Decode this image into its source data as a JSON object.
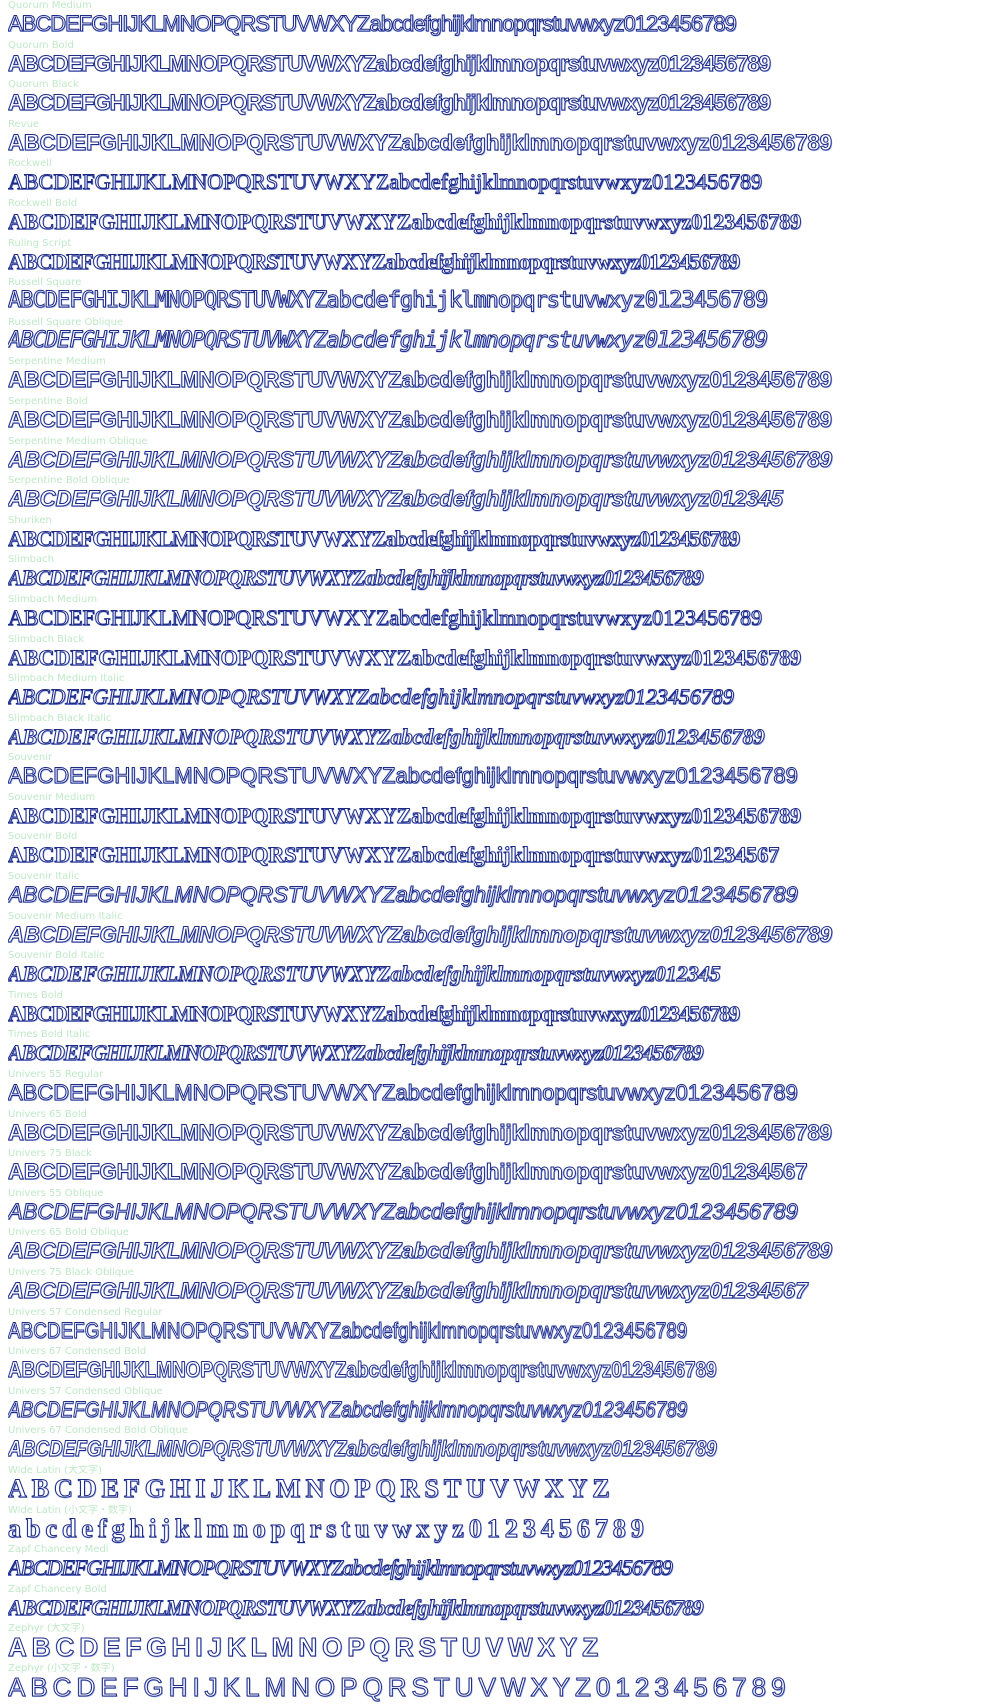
{
  "specimens": [
    {
      "label": "Quorum Medium",
      "sample": "ABCDEFGHIJKLMNOPQRSTUVWXYZabcdefghijklmnopqrstuvwxyz0123456789",
      "style": "f-sans narrow"
    },
    {
      "label": "Quorum Bold",
      "sample": "ABCDEFGHIJKLMNOPQRSTUVWXYZabcdefghijklmnopqrstuvwxyz0123456789",
      "style": "f-sans w-bold narrow"
    },
    {
      "label": "Quorum Black",
      "sample": "ABCDEFGHIJKLMNOPQRSTUVWXYZabcdefghijklmnopqrstuvwxyz0123456789",
      "style": "f-sans w-black narrow"
    },
    {
      "label": "Revue",
      "sample": "ABCDEFGHIJKLMNOPQRSTUVWXYZabcdefghijklmnopqrstuvwxyz0123456789",
      "style": "f-sans w-black"
    },
    {
      "label": "Rockwell",
      "sample": "ABCDEFGHIJKLMNOPQRSTUVWXYZabcdefghijklmnopqrstuvwxyz0123456789",
      "style": "f-serif"
    },
    {
      "label": "Rockwell Bold",
      "sample": "ABCDEFGHIJKLMNOPQRSTUVWXYZabcdefghijklmnopqrstuvwxyz0123456789",
      "style": "f-serif w-bold"
    },
    {
      "label": "Ruling Script",
      "sample": "ABCDEFGHIJKLMNOPQRSTUVWXYZabcdefghijklmnopqrstuvwxyz0123456789",
      "style": "f-serif w-black narrow"
    },
    {
      "label": "Russell Square",
      "sample": "ABCDEFGHIJKLMNOPQRSTUVWXYZabcdefghijklmnopqrstuvwxyz0123456789",
      "style": "f-mono narrow"
    },
    {
      "label": "Russell Square Oblique",
      "sample": "ABCDEFGHIJKLMNOPQRSTUVWXYZabcdefghijklmnopqrstuvwxyz0123456789",
      "style": "f-mono s-italic narrow"
    },
    {
      "label": "Serpentine Medium",
      "sample": "ABCDEFGHIJKLMNOPQRSTUVWXYZabcdefghijklmnopqrstuvwxyz0123456789",
      "style": "f-sans w-bold"
    },
    {
      "label": "Serpentine Bold",
      "sample": "ABCDEFGHIJKLMNOPQRSTUVWXYZabcdefghijklmnopqrstuvwxyz0123456789",
      "style": "f-sans w-black"
    },
    {
      "label": "Serpentine Medium Oblique",
      "sample": "ABCDEFGHIJKLMNOPQRSTUVWXYZabcdefghijklmnopqrstuvwxyz0123456789",
      "style": "f-sans w-bold s-italic"
    },
    {
      "label": "Serpentine Bold Oblique",
      "sample": "ABCDEFGHIJKLMNOPQRSTUVWXYZabcdefghijklmnopqrstuvwxyz012345",
      "style": "f-sans w-black s-italic"
    },
    {
      "label": "Shuriken",
      "sample": "ABCDEFGHIJKLMNOPQRSTUVWXYZabcdefghijklmnopqrstuvwxyz0123456789",
      "style": "f-serif w-bold narrow"
    },
    {
      "label": "Slimbach",
      "sample": "ABCDEFGHIJKLMNOPQRSTUVWXYZabcdefghijklmnopqrstuvwxyz0123456789",
      "style": "f-serif w-black s-italic narrow"
    },
    {
      "label": "Slimbach Medium",
      "sample": "ABCDEFGHIJKLMNOPQRSTUVWXYZabcdefghijklmnopqrstuvwxyz0123456789",
      "style": "f-serif"
    },
    {
      "label": "Slimbach Black",
      "sample": "ABCDEFGHIJKLMNOPQRSTUVWXYZabcdefghijklmnopqrstuvwxyz0123456789",
      "style": "f-serif w-bold"
    },
    {
      "label": "Slimbach Medium Italic",
      "sample": "ABCDEFGHIJKLMNOPQRSTUVWXYZabcdefghijklmnopqrstuvwxyz0123456789",
      "style": "f-serif s-italic"
    },
    {
      "label": "Slimbach Black Italic",
      "sample": "ABCDEFGHIJKLMNOPQRSTUVWXYZabcdefghijklmnopqrstuvwxyz0123456789",
      "style": "f-serif w-bold s-italic"
    },
    {
      "label": "Souvenir",
      "sample": "ABCDEFGHIJKLMNOPQRSTUVWXYZabcdefghijklmnopqrstuvwxyz0123456789",
      "style": "f-sans"
    },
    {
      "label": "Souvenir Medium",
      "sample": "ABCDEFGHIJKLMNOPQRSTUVWXYZabcdefghijklmnopqrstuvwxyz0123456789",
      "style": "f-serif w-bold"
    },
    {
      "label": "Souvenir Bold",
      "sample": "ABCDEFGHIJKLMNOPQRSTUVWXYZabcdefghijklmnopqrstuvwxyz01234567",
      "style": "f-serif w-black"
    },
    {
      "label": "Souvenir Italic",
      "sample": "ABCDEFGHIJKLMNOPQRSTUVWXYZabcdefghijklmnopqrstuvwxyz0123456789",
      "style": "f-sans s-italic"
    },
    {
      "label": "Souvenir Medium Italic",
      "sample": "ABCDEFGHIJKLMNOPQRSTUVWXYZabcdefghijklmnopqrstuvwxyz0123456789",
      "style": "f-sans w-bold s-italic"
    },
    {
      "label": "Souvenir Bold Italic",
      "sample": "ABCDEFGHIJKLMNOPQRSTUVWXYZabcdefghijklmnopqrstuvwxyz012345",
      "style": "f-serif w-black s-italic"
    },
    {
      "label": "Times Bold",
      "sample": "ABCDEFGHIJKLMNOPQRSTUVWXYZabcdefghijklmnopqrstuvwxyz0123456789",
      "style": "f-serif w-bold narrow"
    },
    {
      "label": "Times Bold Italic",
      "sample": "ABCDEFGHIJKLMNOPQRSTUVWXYZabcdefghijklmnopqrstuvwxyz0123456789",
      "style": "f-serif w-bold s-italic narrow"
    },
    {
      "label": "Univers 55 Regular",
      "sample": "ABCDEFGHIJKLMNOPQRSTUVWXYZabcdefghijklmnopqrstuvwxyz0123456789",
      "style": "f-sans"
    },
    {
      "label": "Univers 65 Bold",
      "sample": "ABCDEFGHIJKLMNOPQRSTUVWXYZabcdefghijklmnopqrstuvwxyz0123456789",
      "style": "f-sans w-bold"
    },
    {
      "label": "Univers 75 Black",
      "sample": "ABCDEFGHIJKLMNOPQRSTUVWXYZabcdefghijklmnopqrstuvwxyz01234567",
      "style": "f-sans w-black"
    },
    {
      "label": "Univers 55 Oblique",
      "sample": "ABCDEFGHIJKLMNOPQRSTUVWXYZabcdefghijklmnopqrstuvwxyz0123456789",
      "style": "f-sans s-italic"
    },
    {
      "label": "Univers 65 Bold Oblique",
      "sample": "ABCDEFGHIJKLMNOPQRSTUVWXYZabcdefghijklmnopqrstuvwxyz0123456789",
      "style": "f-sans w-bold s-italic"
    },
    {
      "label": "Univers 75 Black Oblique",
      "sample": "ABCDEFGHIJKLMNOPQRSTUVWXYZabcdefghijklmnopqrstuvwxyz01234567",
      "style": "f-sans w-black s-italic"
    },
    {
      "label": "Univers 57 Condensed Regular",
      "sample": "ABCDEFGHIJKLMNOPQRSTUVWXYZabcdefghijklmnopqrstuvwxyz0123456789",
      "style": "f-sans cond"
    },
    {
      "label": "Univers 67 Condensed Bold",
      "sample": "ABCDEFGHIJKLMNOPQRSTUVWXYZabcdefghijklmnopqrstuvwxyz0123456789",
      "style": "f-sans w-bold cond"
    },
    {
      "label": "Univers 57 Condensed Oblique",
      "sample": "ABCDEFGHIJKLMNOPQRSTUVWXYZabcdefghijklmnopqrstuvwxyz0123456789",
      "style": "f-sans s-italic cond"
    },
    {
      "label": "Univers 67 Condensed Bold Oblique",
      "sample": "ABCDEFGHIJKLMNOPQRSTUVWXYZabcdefghijklmnopqrstuvwxyz0123456789",
      "style": "f-sans w-bold s-italic cond"
    },
    {
      "label": "Wide Latin (大文字)",
      "sample": "ABCDEFGHIJKLMNOPQRSTUVWXYZ",
      "style": "f-serif w-black wide"
    },
    {
      "label": "Wide Latin (小文字・数字)",
      "sample": "abcdefghijklmnopqrstuvwxyz0123456789",
      "style": "f-serif w-black wide"
    },
    {
      "label": "Zapf Chancery Medi",
      "sample": "ABCDEFGHIJKLMNOPQRSTUVWXYZabcdefghijklmnopqrstuvwxyz0123456789",
      "style": "f-serif s-italic narrow"
    },
    {
      "label": "Zapf Chancery Bold",
      "sample": "ABCDEFGHIJKLMNOPQRSTUVWXYZabcdefghijklmnopqrstuvwxyz0123456789",
      "style": "f-serif w-bold s-italic narrow"
    },
    {
      "label": "Zephyr (大文字)",
      "sample": "ABCDEFGHIJKLMNOPQRSTUVWXYZ",
      "style": "f-sans w-bold wide"
    },
    {
      "label": "Zephyr (小文字・数字)",
      "sample": "ABCDEFGHIJKLMNOPQRSTUVWXYZ0123456789",
      "style": "f-sans wide"
    }
  ],
  "colors": {
    "label": "#bfe9c7",
    "outline": "#1d2a88",
    "shadow": "#9fb2ee",
    "background": "#ffffff"
  }
}
